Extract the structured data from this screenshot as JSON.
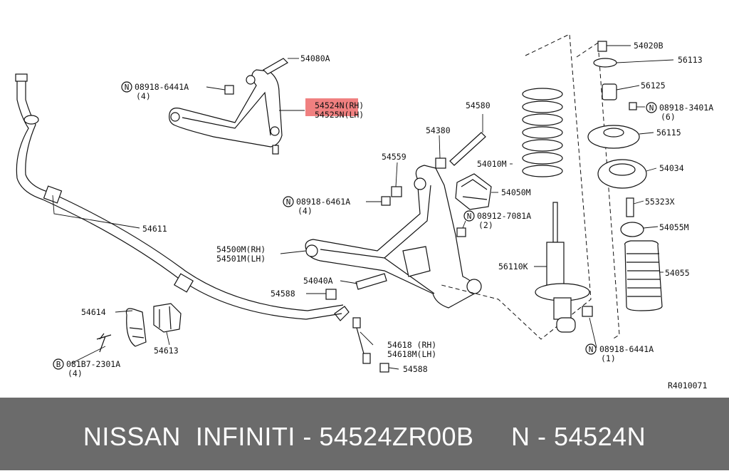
{
  "diagram": {
    "reference": "R4010071",
    "highlight_color": "#f08080",
    "labels": {
      "p54080A": "54080A",
      "n089186441A_top": "08918-6441A",
      "n089186441A_top_qty": "(4)",
      "p54524N": "54524N(RH)",
      "p54525N": "54525N(LH)",
      "p54611": "54611",
      "p54559": "54559",
      "n089186461A": "08918-6461A",
      "n089186461A_qty": "(4)",
      "p54380": "54380",
      "p54580": "54580",
      "p54010M": "54010M",
      "p54050M": "54050M",
      "n089127081A": "08912-7081A",
      "n089127081A_qty": "(2)",
      "p54500M": "54500M(RH)",
      "p54501M": "54501M(LH)",
      "p54040A": "54040A",
      "p54588_a": "54588",
      "p54614": "54614",
      "p54613": "54613",
      "b081B72301A": "081B7-2301A",
      "b081B72301A_qty": "(4)",
      "p54618": "54618 (RH)",
      "p54618M": "54618M(LH)",
      "p54588_b": "54588",
      "p56110K": "56110K",
      "n089186441A_bot": "08918-6441A",
      "n089186441A_bot_qty": "(1)",
      "p54020B": "54020B",
      "p56113": "56113",
      "p56125": "56125",
      "n089183401A": "08918-3401A",
      "n089183401A_qty": "(6)",
      "p56115": "56115",
      "p54034": "54034",
      "p55323X": "55323X",
      "p54055M": "54055M",
      "p54055": "54055",
      "circle_N": "N",
      "circle_B": "B"
    }
  },
  "footer": {
    "text": "NISSAN  INFINITI - 54524ZR00B     N - 54524N",
    "background": "#6b6b6b",
    "color": "#ffffff"
  }
}
